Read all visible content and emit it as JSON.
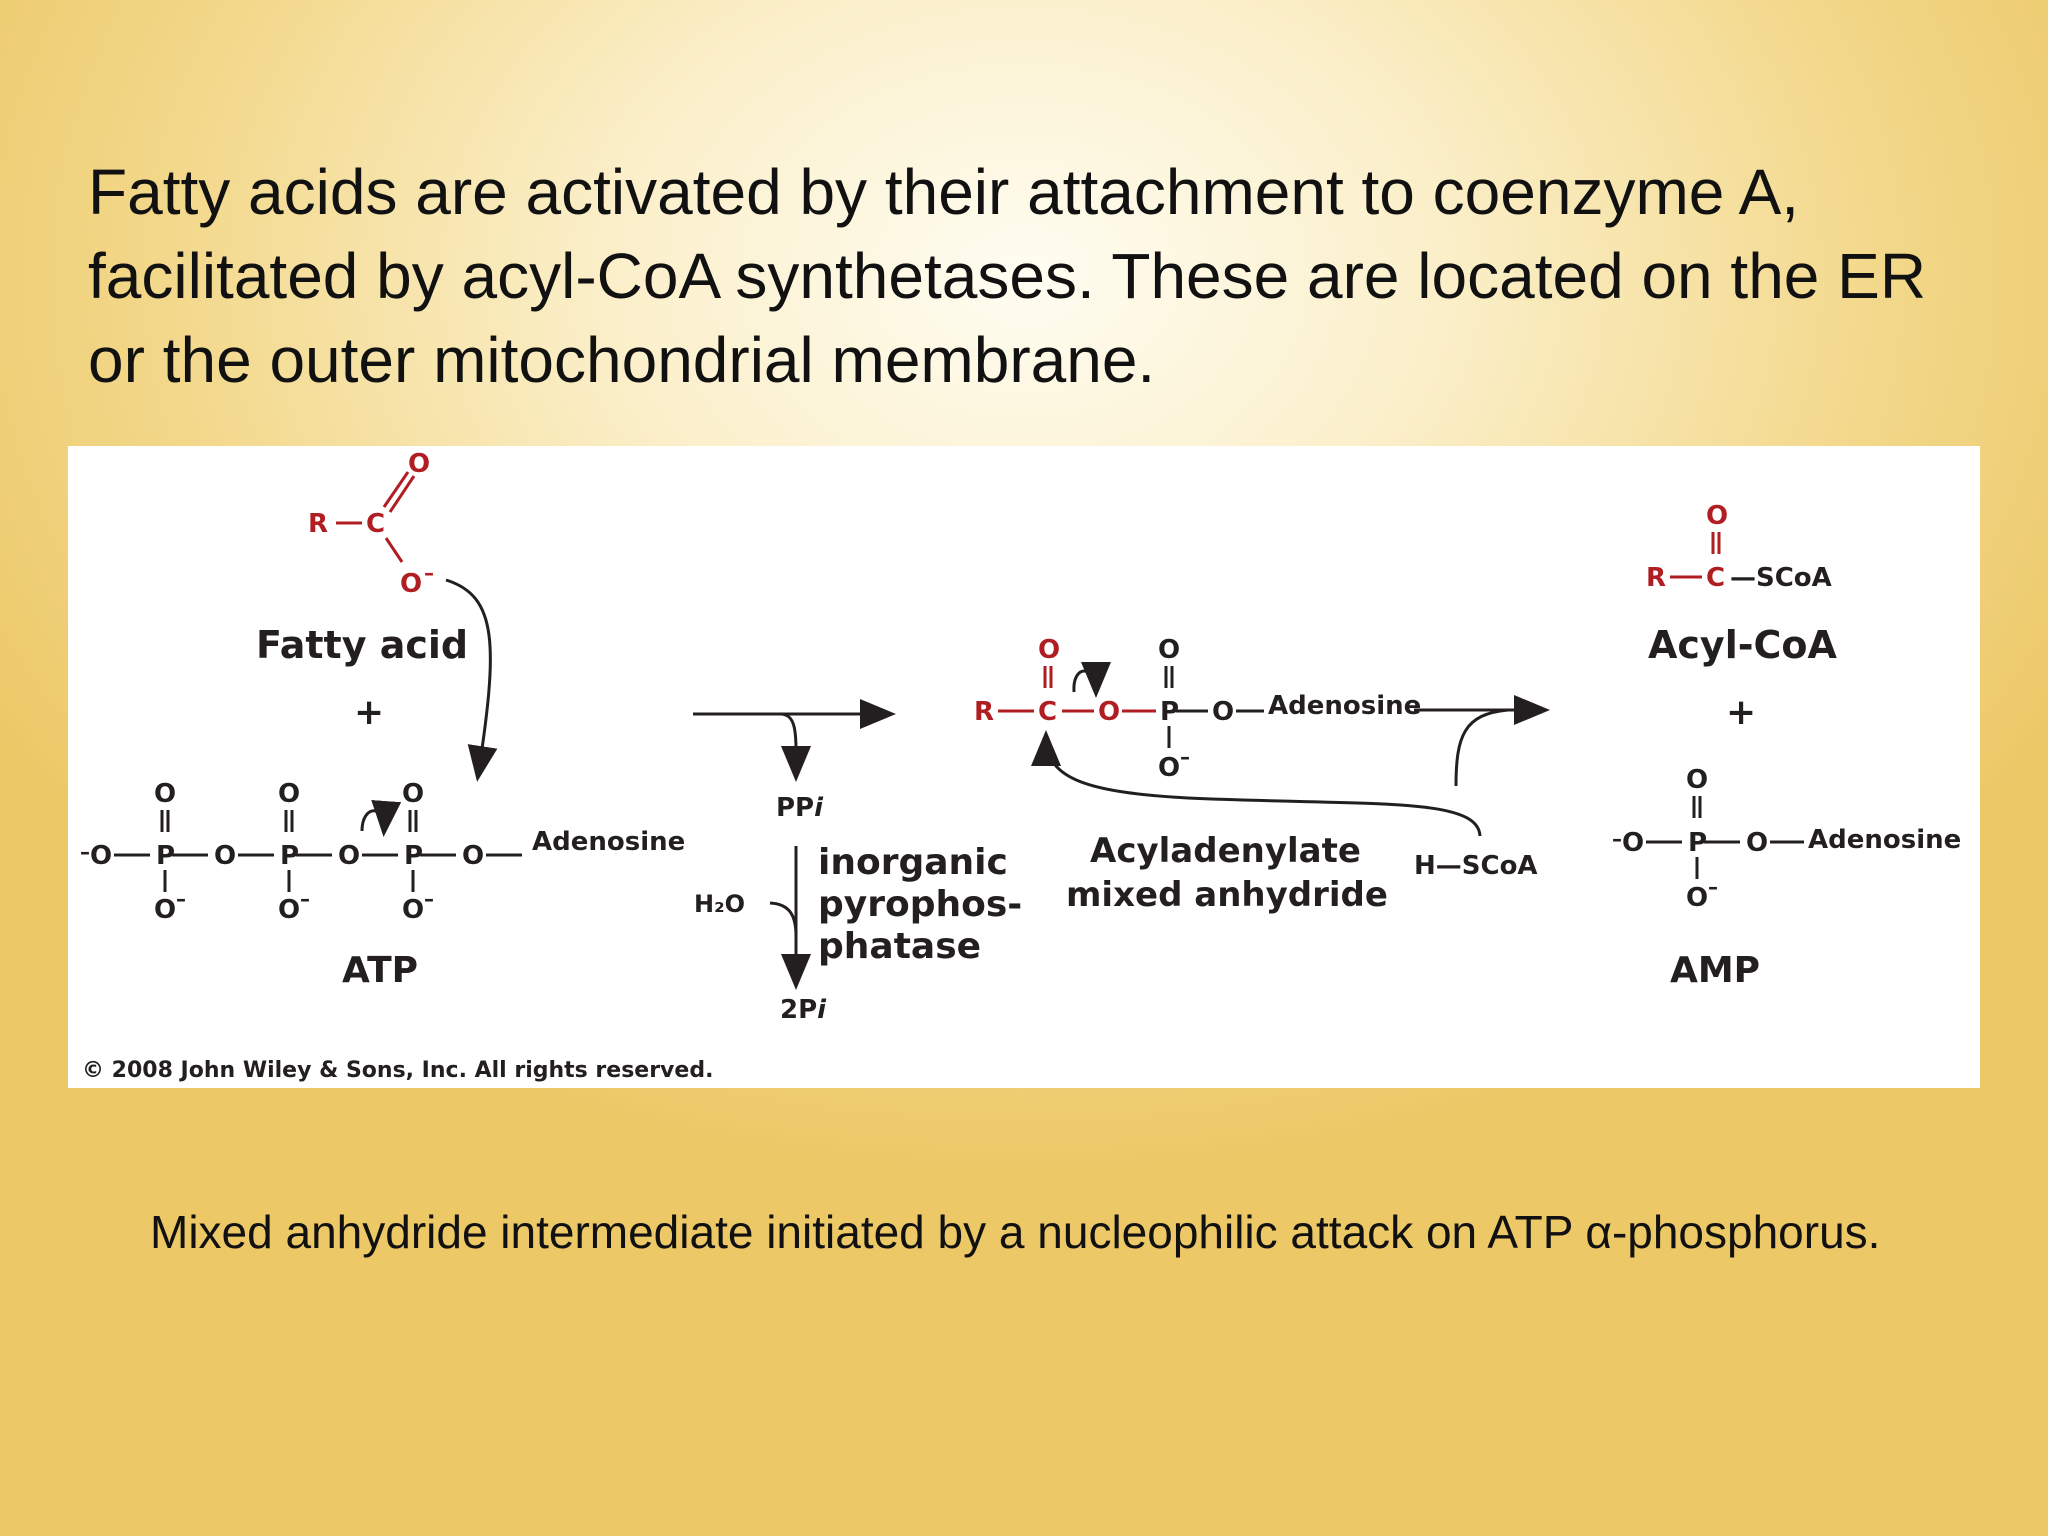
{
  "slide": {
    "title": "Fatty acids are activated by their attachment to coenzyme A, facilitated by acyl-CoA synthetases. These are located on the ER or the outer mitochondrial membrane.",
    "caption": "Mixed anhydride intermediate initiated by a nucleophilic attack on ATP α-phosphorus."
  },
  "diagram": {
    "fatty_acid_label": "Fatty acid",
    "atp_label": "ATP",
    "plus": "+",
    "adenosine": "Adenosine",
    "ppi": "PP",
    "italic_i": "i",
    "water": "H₂O",
    "two_pi": "2P",
    "enzyme_line1": "inorganic",
    "enzyme_line2": "pyrophos-",
    "enzyme_line3": "phatase",
    "intermediate_line1": "Acyladenylate",
    "intermediate_line2": "mixed anhydride",
    "hscoa": "H—SCoA",
    "acyl_coa_label": "Acyl-CoA",
    "amp_label": "AMP",
    "scoa": "—SCoA",
    "copyright": "© 2008 John Wiley & Sons, Inc. All rights reserved.",
    "colors": {
      "acyl_red": "#b01e23",
      "ink": "#231f20"
    }
  }
}
